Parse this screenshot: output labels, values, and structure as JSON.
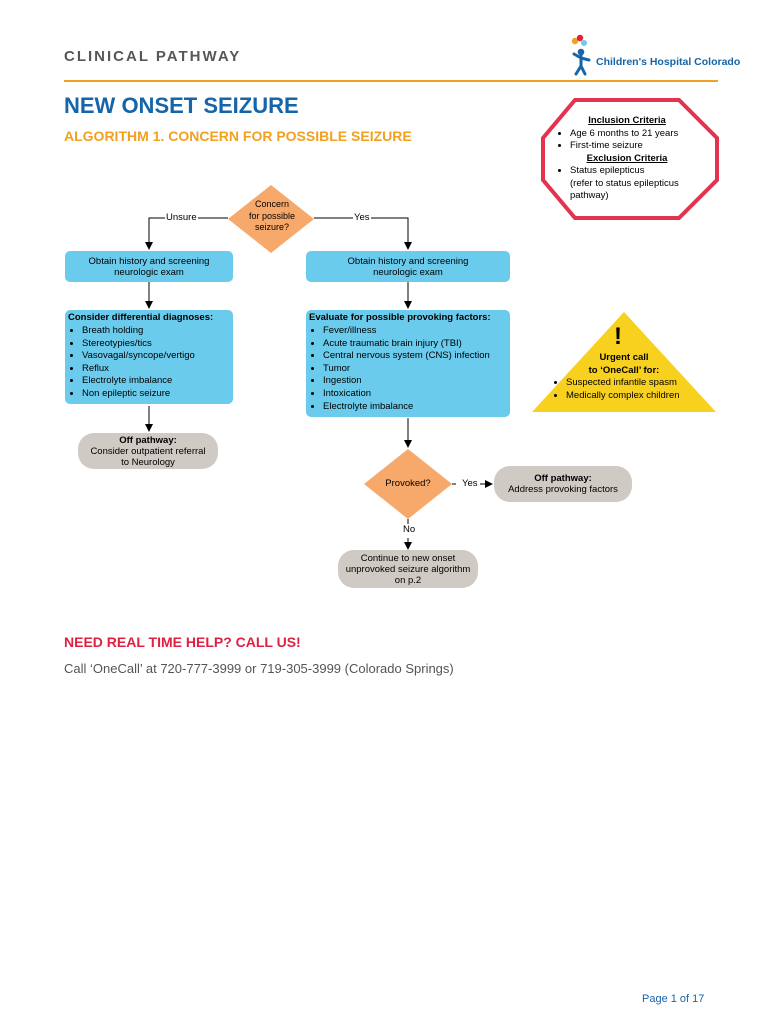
{
  "header": {
    "title": "CLINICAL PATHWAY",
    "logo_text": "Children's Hospital Colorado",
    "colors": {
      "accent_orange": "#f2a01f",
      "brand_blue": "#1565a8"
    }
  },
  "main": {
    "title": "NEW ONSET SEIZURE",
    "algorithm_title": "ALGORITHM 1. CONCERN FOR POSSIBLE SEIZURE"
  },
  "flow": {
    "concern_diamond": [
      "Concern",
      "for possible",
      "seizure?"
    ],
    "label_unsure": "Unsure",
    "label_yes_left": "Yes",
    "history_left": [
      "Obtain history and screening",
      "neurologic exam"
    ],
    "history_right": [
      "Obtain history and screening",
      "neurologic exam"
    ],
    "differential": {
      "heading": "Consider differential diagnoses:",
      "items": [
        "Breath holding",
        "Stereotypies/tics",
        "Vasovagal/syncope/vertigo",
        "Reflux",
        "Electrolyte imbalance",
        "Non epileptic seizure"
      ]
    },
    "provoking": {
      "heading": "Evaluate for possible provoking factors:",
      "items": [
        "Fever/illness",
        "Acute traumatic brain injury (TBI)",
        "Central nervous system (CNS) infection",
        "Tumor",
        "Ingestion",
        "Intoxication",
        "Electrolyte imbalance"
      ]
    },
    "off_pathway_referral": {
      "heading": "Off pathway:",
      "lines": [
        "Consider outpatient referral",
        "to Neurology"
      ]
    },
    "provoked_diamond": "Provoked?",
    "label_yes_right": "Yes",
    "label_no": "No",
    "off_pathway_provoking": {
      "heading": "Off pathway:",
      "line": "Address provoking factors"
    },
    "continue_box": [
      "Continue to new onset",
      "unprovoked seizure algorithm",
      "on p.2"
    ]
  },
  "criteria": {
    "inclusion_heading": "Inclusion Criteria",
    "inclusion_items": [
      "Age 6 months to 21 years",
      "First-time seizure"
    ],
    "exclusion_heading": "Exclusion Criteria",
    "exclusion_items": [
      "Status epilepticus"
    ],
    "exclusion_note": [
      "(refer to status epilepticus",
      "pathway)"
    ]
  },
  "urgent": {
    "mark": "!",
    "lines": [
      "Urgent call",
      "to ‘OneCall’ for:"
    ],
    "items": [
      "Suspected infantile spasm",
      "Medically complex children"
    ]
  },
  "help": {
    "title": "NEED REAL TIME HELP? CALL US!",
    "text": "Call ‘OneCall’ at 720-777-3999 or 719-305-3999 (Colorado Springs)"
  },
  "footer": {
    "page": "Page 1 of 17"
  }
}
